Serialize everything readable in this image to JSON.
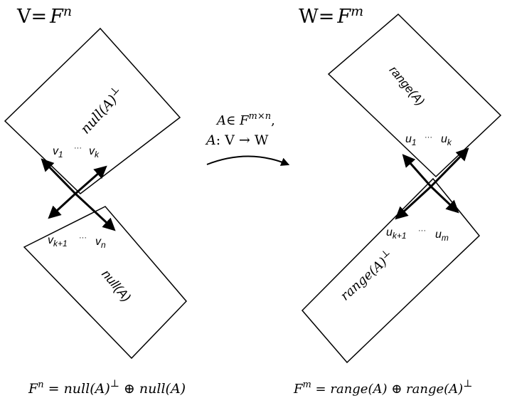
{
  "left": {
    "title_prefix": "V=",
    "title_base": "F",
    "title_exp": "n",
    "top_box_label_main": "null(A)",
    "top_box_label_sup": "⊥",
    "top_vec_first": "v",
    "top_vec_first_sub": "1",
    "top_dots": "···",
    "top_vec_last": "v",
    "top_vec_last_sub": "k",
    "bottom_vec_first": "v",
    "bottom_vec_first_sub": "k+1",
    "bottom_dots": "···",
    "bottom_vec_last": "v",
    "bottom_vec_last_sub": "n",
    "bottom_box_label": "null(A)",
    "equation": {
      "lhs_base": "F",
      "lhs_exp": "n",
      "eq": " = ",
      "term1": "null(A)",
      "term1_sup": "⊥",
      "oplus": " ⊕ ",
      "term2": "null(A)"
    }
  },
  "right": {
    "title_prefix": "W=",
    "title_base": "F",
    "title_exp": "m",
    "top_box_label": "range(A)",
    "top_vec_first": "u",
    "top_vec_first_sub": "1",
    "top_dots": "···",
    "top_vec_last": "u",
    "top_vec_last_sub": "k",
    "bottom_vec_first": "u",
    "bottom_vec_first_sub": "k+1",
    "bottom_dots": "···",
    "bottom_vec_last": "u",
    "bottom_vec_last_sub": "m",
    "bottom_box_label_main": "range(A)",
    "bottom_box_label_sup": "⊥",
    "equation": {
      "lhs_base": "F",
      "lhs_exp": "m",
      "eq": " = ",
      "term1": "range(A)",
      "oplus": " ⊕ ",
      "term2": "range(A)",
      "term2_sup": "⊥"
    }
  },
  "mapping": {
    "line1_pre": "A∈ ",
    "line1_base": "F",
    "line1_exp": "m×n",
    "line1_post": ",",
    "line2_a": "A",
    "line2_rest": ":  V → W"
  }
}
